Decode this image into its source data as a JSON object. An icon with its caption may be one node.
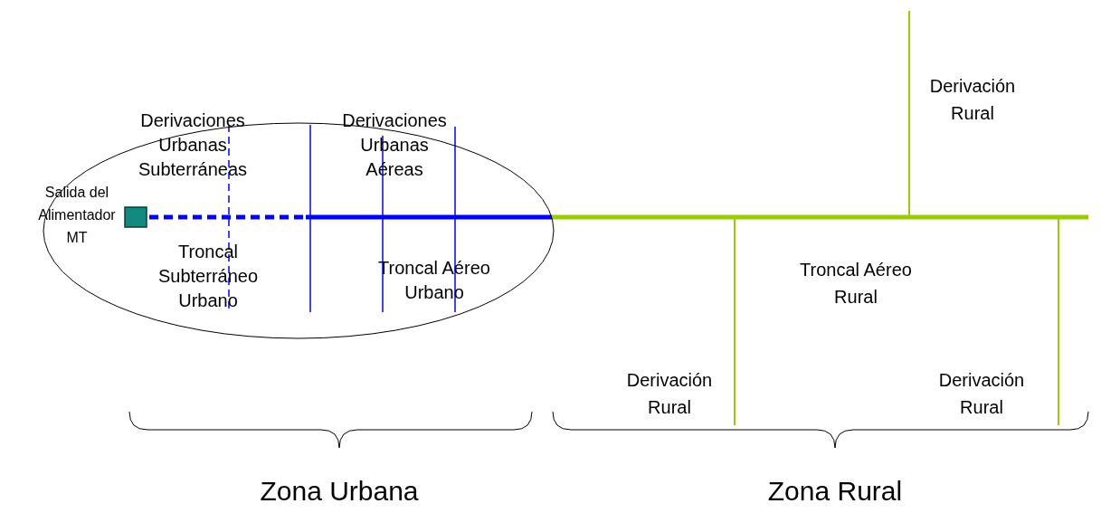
{
  "diagram": {
    "nodes": [
      {
        "text": [
          "Derivaciones Urbanas Subterráneas",
          "Derivaciones Urbanas Aéreas",
          "Troncal Subterráneo Urbano",
          "Troncal Aéreo Urbano"
        ]
      },
      {
        "text": [],
        "shape": "box",
        "beside": [
          "Salida del Alimentador MT"
        ],
        "in": 0
      }
    ],
    "labels": [
      "Derivación Rural",
      "Troncal Aéreo Rural",
      "Derivación Rural",
      "Derivación Rural",
      "Zona Urbana",
      "Zona Rural"
    ]
  }
}
